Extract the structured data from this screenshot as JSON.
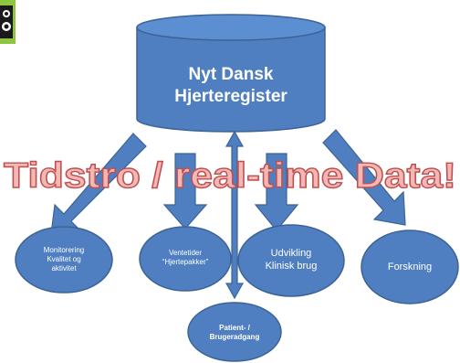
{
  "colors": {
    "shape_fill": "#4f7fc1",
    "shape_stroke": "#3c6394",
    "banner_fill": "#f2b8b8",
    "banner_stroke": "#c0504d",
    "logo_green": "#8cc63f"
  },
  "database": {
    "line1": "Nyt Dansk",
    "line2": "Hjerteregister"
  },
  "banner": {
    "text": "Tidstro / real-time Data!"
  },
  "nodes": {
    "monitorering": {
      "line1": "Monitorering",
      "line2": "Kvalitet og",
      "line3": "aktivitet"
    },
    "ventetider": {
      "line1": "Ventetider",
      "line2": "“Hjertepakker”"
    },
    "udvikling": {
      "line1": "Udvikling",
      "line2": "Klinisk brug"
    },
    "forskning": {
      "line1": "Forskning"
    },
    "patient": {
      "line1": "Patient- /",
      "line2": "Brugeradgang"
    }
  },
  "logo": {
    "icon": "logo-icon"
  }
}
